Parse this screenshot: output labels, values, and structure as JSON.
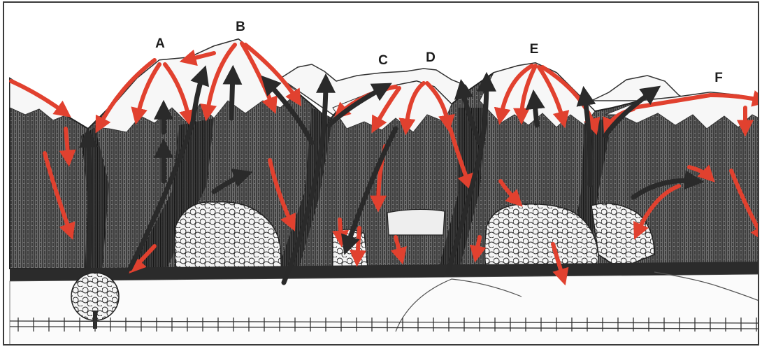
{
  "diagram": {
    "peaks": [
      {
        "id": "A",
        "label": "A"
      },
      {
        "id": "B",
        "label": "B"
      },
      {
        "id": "C",
        "label": "C"
      },
      {
        "id": "D",
        "label": "D"
      },
      {
        "id": "E",
        "label": "E"
      },
      {
        "id": "F",
        "label": "F"
      }
    ],
    "colors": {
      "red_arrows": "#e1412f",
      "dark_arrows": "#2a2a2a",
      "snow": "#f7f7f7",
      "slope_hatch": "#1e1e1e",
      "forest": "#f2f2f2",
      "meadow": "#fbfbfb"
    },
    "icons": [
      "red-arrow-icon",
      "dark-arrow-icon",
      "tree-icon",
      "fence-icon"
    ]
  }
}
